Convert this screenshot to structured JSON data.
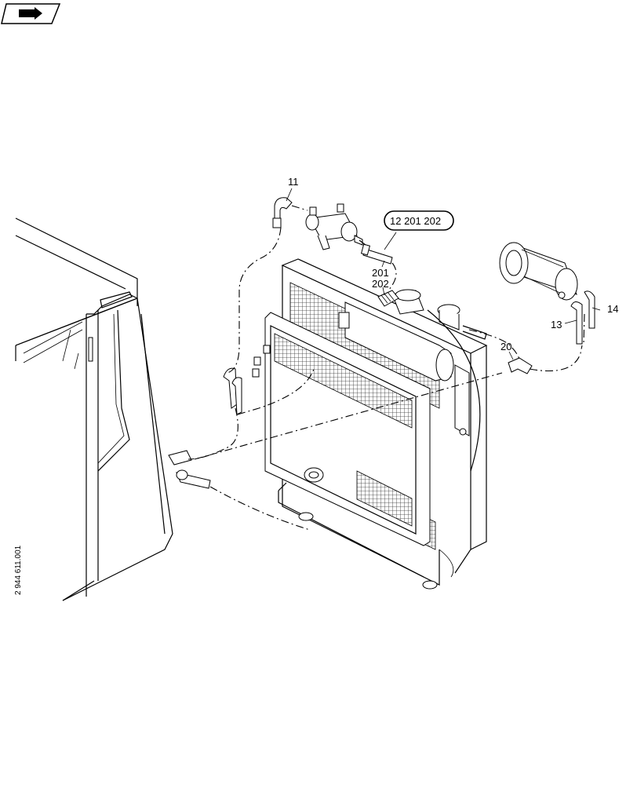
{
  "doc_number": "2 944 611.001",
  "callouts": {
    "c11": "11",
    "c201": "201",
    "c202": "202",
    "c20": "20",
    "c13": "13",
    "c14": "14",
    "ref_box": "12 201 202"
  },
  "icons": {
    "nav": "book-arrow-icon"
  }
}
